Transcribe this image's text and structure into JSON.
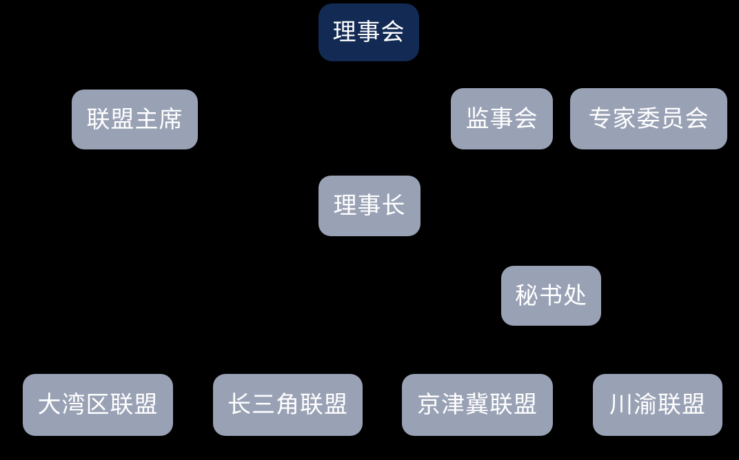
{
  "diagram": {
    "type": "org-chart",
    "background_color": "#000000",
    "node_fill_color": "#99a1b5",
    "root_node_fill_color": "#122a54",
    "text_color": "#ffffff",
    "nodes": [
      {
        "id": "council",
        "label": "理事会",
        "variant": "primary",
        "row": 1
      },
      {
        "id": "chairman",
        "label": "联盟主席",
        "variant": "default",
        "row": 2
      },
      {
        "id": "supervisory",
        "label": "监事会",
        "variant": "default",
        "row": 2
      },
      {
        "id": "experts",
        "label": "专家委员会",
        "variant": "default",
        "row": 2
      },
      {
        "id": "president",
        "label": "理事长",
        "variant": "default",
        "row": 3
      },
      {
        "id": "secretariat",
        "label": "秘书处",
        "variant": "default",
        "row": 4
      },
      {
        "id": "greater-bay",
        "label": "大湾区联盟",
        "variant": "default",
        "row": 5
      },
      {
        "id": "yangtze-delta",
        "label": "长三角联盟",
        "variant": "default",
        "row": 5
      },
      {
        "id": "jing-jin-ji",
        "label": "京津冀联盟",
        "variant": "default",
        "row": 5
      },
      {
        "id": "chuan-yu",
        "label": "川渝联盟",
        "variant": "default",
        "row": 5
      }
    ]
  }
}
